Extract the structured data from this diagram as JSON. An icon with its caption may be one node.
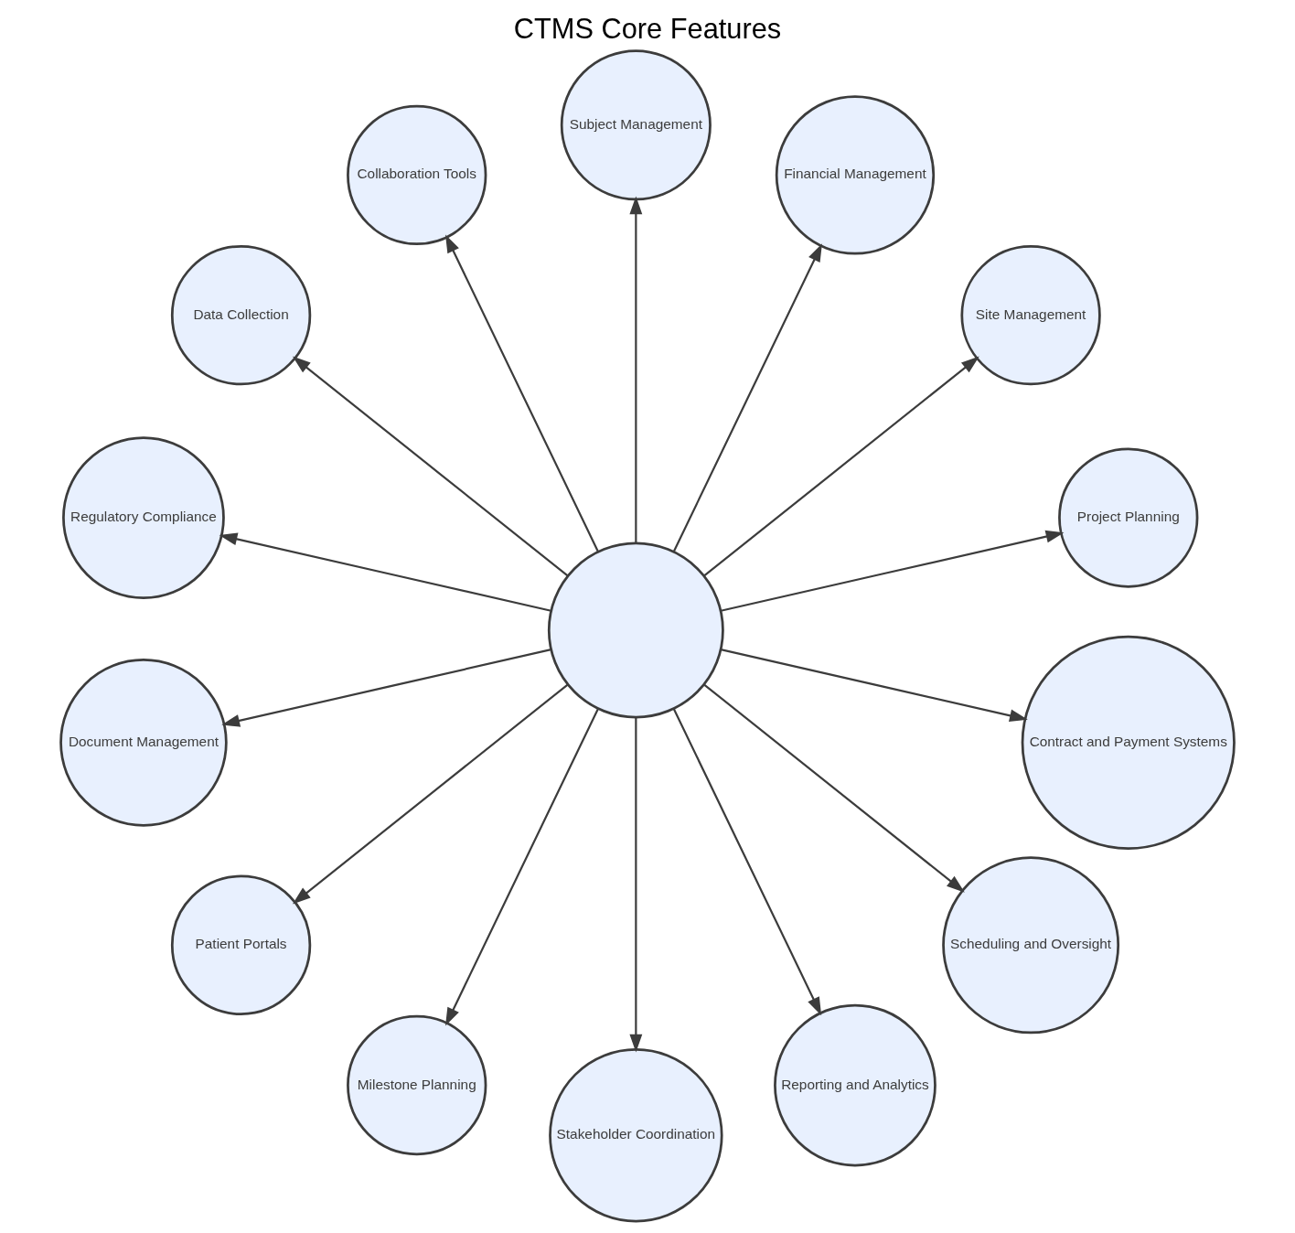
{
  "diagram": {
    "title": "CTMS Core Features",
    "nodes": [
      {
        "text": [],
        "shape": "circle"
      },
      {
        "text": [
          "Project Planning"
        ]
      },
      {
        "text": [
          "Site Management"
        ]
      },
      {
        "text": [
          "Financial Management"
        ]
      },
      {
        "text": [
          "Subject Management"
        ]
      },
      {
        "text": [
          "Collaboration Tools"
        ]
      },
      {
        "text": [
          "Data Collection"
        ]
      },
      {
        "text": [
          "Regulatory Compliance"
        ]
      },
      {
        "text": [
          "Document Management"
        ]
      },
      {
        "text": [
          "Patient Portals"
        ]
      },
      {
        "text": [
          "Milestone Planning"
        ]
      },
      {
        "text": [
          "Stakeholder Coordination"
        ]
      },
      {
        "text": [
          "Reporting and Analytics"
        ]
      },
      {
        "text": [
          "Scheduling and Oversight"
        ]
      },
      {
        "text": [
          "Contract and Payment Systems"
        ]
      }
    ],
    "edges": [
      {
        "from": 0,
        "to": 1,
        "arrow": "to"
      },
      {
        "from": 0,
        "to": 2,
        "arrow": "to"
      },
      {
        "from": 0,
        "to": 3,
        "arrow": "to"
      },
      {
        "from": 0,
        "to": 4,
        "arrow": "to"
      },
      {
        "from": 0,
        "to": 5,
        "arrow": "to"
      },
      {
        "from": 0,
        "to": 6,
        "arrow": "to"
      },
      {
        "from": 0,
        "to": 7,
        "arrow": "to"
      },
      {
        "from": 0,
        "to": 8,
        "arrow": "to"
      },
      {
        "from": 0,
        "to": 9,
        "arrow": "to"
      },
      {
        "from": 0,
        "to": 10,
        "arrow": "to"
      },
      {
        "from": 0,
        "to": 11,
        "arrow": "to"
      },
      {
        "from": 0,
        "to": 12,
        "arrow": "to"
      },
      {
        "from": 0,
        "to": 13,
        "arrow": "to"
      },
      {
        "from": 0,
        "to": 14,
        "arrow": "to"
      }
    ]
  }
}
